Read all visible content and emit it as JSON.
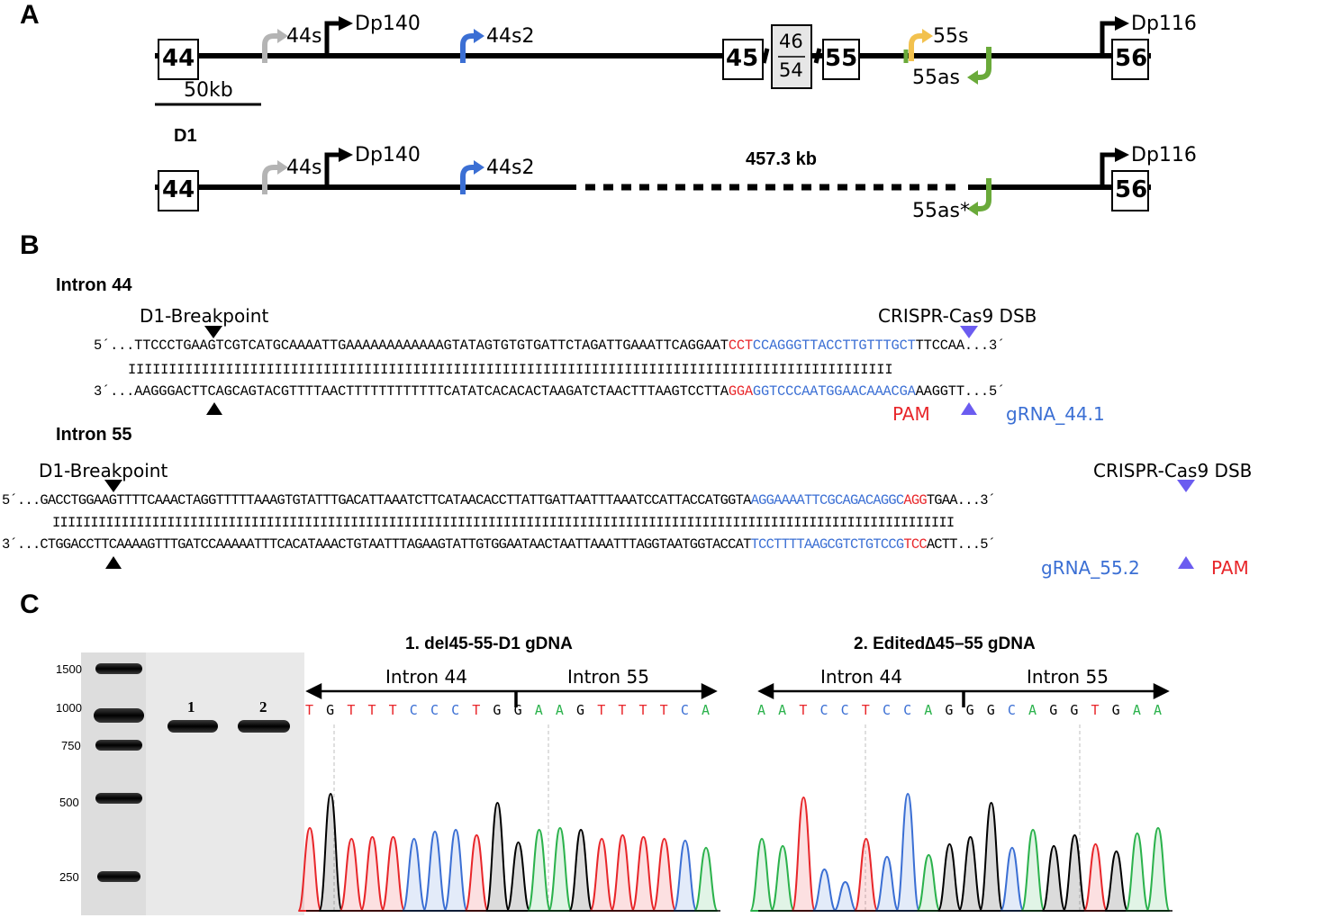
{
  "panelA": {
    "label": "A",
    "top": {
      "exons": [
        "44",
        "45",
        "55",
        "56"
      ],
      "merged_exon_top": "46",
      "merged_exon_bottom": "54",
      "promoters": [
        "44s",
        "Dp140",
        "44s2",
        "55s",
        "55as",
        "Dp116"
      ],
      "scale_label": "50kb"
    },
    "bottom": {
      "name": "D1",
      "exons": [
        "44",
        "56"
      ],
      "promoters": [
        "44s",
        "Dp140",
        "44s2",
        "55as*",
        "Dp116"
      ],
      "deletion_size": "457.3 kb"
    }
  },
  "panelB": {
    "label": "B",
    "intron44": {
      "title": "Intron 44",
      "breakpoint": "D1-Breakpoint",
      "dsb": "CRISPR-Cas9 DSB",
      "top_pre": "5´...TTCCCTGAAGTCGTCATGCAAAATTGAAAAAAAAAAAAGTATAGTGTGTGATTCTAGATTGAAATTCAGGAAT",
      "top_pam": "CCT",
      "top_grna": "CCAGGGTTACCTTGTTTGCT",
      "top_post": "TTCCAA...3´",
      "bars": "IIIIIIIIIIIIIIIIIIIIIIIIIIIIIIIIIIIIIIIIIIIIIIIIIIIIIIIIIIIIIIIIIIIIIIIIIIIIIIIIIIIIIIIIIIIIII",
      "bot_pre": "3´...AAGGGACTTCAGCAGTACGTTTTAACTTTTTTTTTTTTCATATCACACACTAAGATCTAACTTTAAGTCCTTA",
      "bot_pam": "GGA",
      "bot_grna": "GGTCCCAATGGAACAAACGA",
      "bot_post": "AAGGTT...5´",
      "pam_label": "PAM",
      "grna_label": "gRNA_44.1"
    },
    "intron55": {
      "title": "Intron 55",
      "breakpoint": "D1-Breakpoint",
      "dsb": "CRISPR-Cas9 DSB",
      "top_pre": "5´...GACCTGGAAGTTTTCAAACTAGGTTTTTAAAGTGTATTTGACATTAAATCTTCATAACACCTTATTGATTAATTTAAATCCATTACCATGGTA",
      "top_grna": "AGGAAAATTCGCAGACAGGC",
      "top_pam": "AGG",
      "top_post": "TGAA...3´",
      "bars": "IIIIIIIIIIIIIIIIIIIIIIIIIIIIIIIIIIIIIIIIIIIIIIIIIIIIIIIIIIIIIIIIIIIIIIIIIIIIIIIIIIIIIIIIIIIIIIIIIIIIIIIIIIIIIIIIIIIIII",
      "bot_pre": "3´...CTGGACCTTCAAAAGTTTGATCCAAAAATTTCACATAAACTGTAATTTAGAAGTATTGTGGAATAACTAATTAAATTTAGGTAATGGTACCAT",
      "bot_grna": "TCCTTTTAAGCGTCTGTCCG",
      "bot_pam": "TCC",
      "bot_post": "ACTT...5´",
      "pam_label": "PAM",
      "grna_label": "gRNA_55.2"
    }
  },
  "panelC": {
    "label": "C",
    "ladder": [
      "1500",
      "1000",
      "750",
      "500",
      "250"
    ],
    "lanes": [
      "1",
      "2"
    ],
    "chrom1": {
      "title": "1. del45-55-D1 gDNA",
      "left": "Intron 44",
      "right": "Intron 55",
      "bases": [
        "T",
        "G",
        "T",
        "T",
        "T",
        "C",
        "C",
        "C",
        "T",
        "G",
        "G",
        "A",
        "A",
        "G",
        "T",
        "T",
        "T",
        "T",
        "C",
        "A"
      ]
    },
    "chrom2": {
      "title": "2. Edited∆45–55 gDNA",
      "left": "Intron 44",
      "right": "Intron 55",
      "bases": [
        "A",
        "A",
        "T",
        "C",
        "C",
        "T",
        "C",
        "C",
        "A",
        "G",
        "G",
        "G",
        "C",
        "A",
        "G",
        "G",
        "T",
        "G",
        "A",
        "A"
      ]
    },
    "colors": {
      "A": "#2bb24c",
      "C": "#3b6fd4",
      "G": "#000000",
      "T": "#e8262a"
    }
  }
}
